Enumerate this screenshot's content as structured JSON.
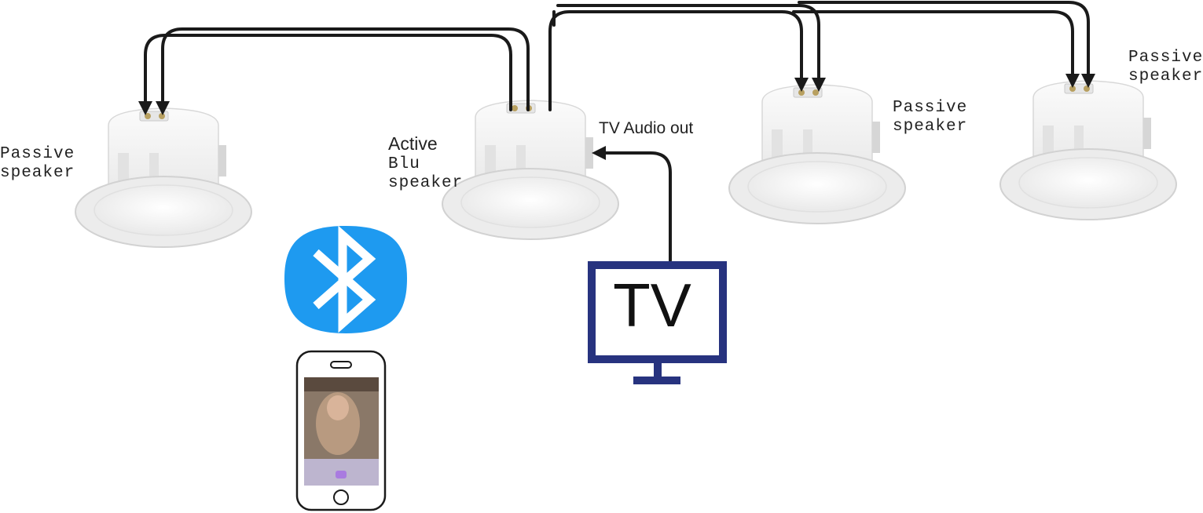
{
  "labels": {
    "left_passive": [
      "Passive",
      "speaker"
    ],
    "active": {
      "title": "Active",
      "lines": [
        "Blu",
        "speaker"
      ]
    },
    "mid_passive": [
      "Passive",
      "speaker"
    ],
    "right_passive": [
      "Passive",
      "speaker"
    ],
    "tv_audio_out": "TV Audio out",
    "tv": "TV"
  },
  "icons": [
    "speaker-icon",
    "bluetooth-icon",
    "smartphone-icon",
    "tv-icon"
  ],
  "colors": {
    "wire": "#1a1a1a",
    "bluetooth": "#1e9af0",
    "tv_frame": "#27337f",
    "speaker_body": "#f4f4f4"
  }
}
